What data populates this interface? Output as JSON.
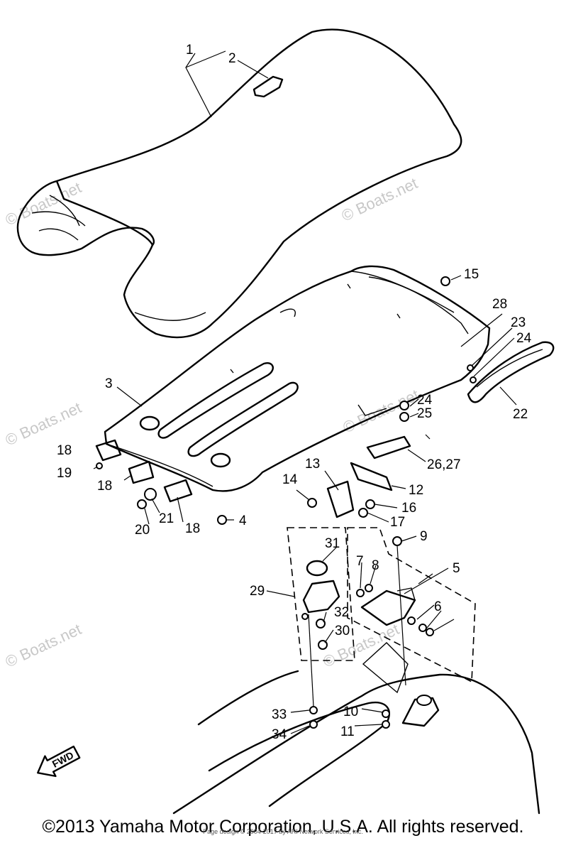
{
  "watermarks": [
    "© Boats.net",
    "© Boats.net",
    "© Boats.net",
    "© Boats.net",
    "© Boats.net",
    "© Boats.net"
  ],
  "fwd_label": "FWD",
  "callouts": [
    "1",
    "2",
    "3",
    "4",
    "5",
    "6",
    "7",
    "8",
    "9",
    "10",
    "11",
    "12",
    "13",
    "14",
    "15",
    "16",
    "17",
    "18",
    "19",
    "20",
    "21",
    "22",
    "23",
    "24",
    "25",
    "26,27",
    "28",
    "29",
    "30",
    "31",
    "32",
    "33",
    "34"
  ],
  "footer": {
    "copyright": "©2013 Yamaha Motor Corporation, U.S.A. All rights reserved.",
    "credit": "Page design © 2004-2017 by ARI Network Services, Inc."
  }
}
